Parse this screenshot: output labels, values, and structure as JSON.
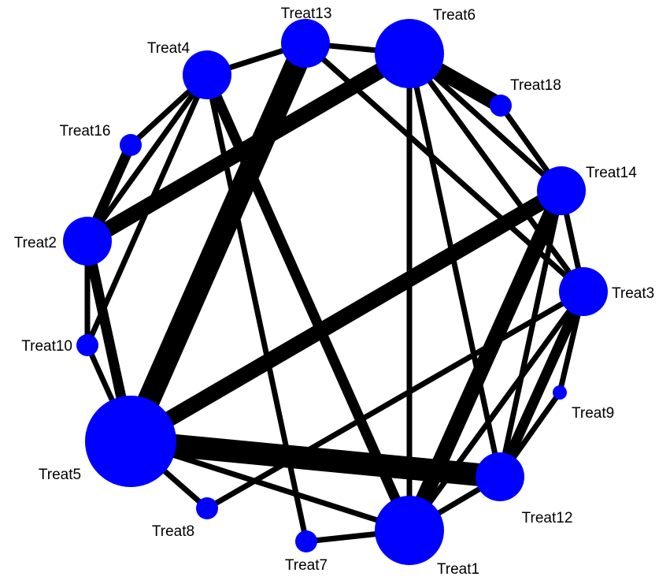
{
  "colors": {
    "edge": "#000000",
    "node": "#0000ff",
    "background": "#ffffff"
  },
  "nodes": [
    {
      "id": "Treat1",
      "label": "Treat1",
      "size": "large"
    },
    {
      "id": "Treat2",
      "label": "Treat2",
      "size": "medium"
    },
    {
      "id": "Treat3",
      "label": "Treat3",
      "size": "medium"
    },
    {
      "id": "Treat4",
      "label": "Treat4",
      "size": "medium"
    },
    {
      "id": "Treat5",
      "label": "Treat5",
      "size": "largest"
    },
    {
      "id": "Treat6",
      "label": "Treat6",
      "size": "large"
    },
    {
      "id": "Treat7",
      "label": "Treat7",
      "size": "small"
    },
    {
      "id": "Treat8",
      "label": "Treat8",
      "size": "small"
    },
    {
      "id": "Treat9",
      "label": "Treat9",
      "size": "smallest"
    },
    {
      "id": "Treat10",
      "label": "Treat10",
      "size": "small"
    },
    {
      "id": "Treat12",
      "label": "Treat12",
      "size": "medium"
    },
    {
      "id": "Treat13",
      "label": "Treat13",
      "size": "medium"
    },
    {
      "id": "Treat14",
      "label": "Treat14",
      "size": "medium"
    },
    {
      "id": "Treat16",
      "label": "Treat16",
      "size": "small"
    },
    {
      "id": "Treat18",
      "label": "Treat18",
      "size": "small"
    }
  ],
  "edges": [
    {
      "from": "Treat5",
      "to": "Treat13",
      "weight": "very thick"
    },
    {
      "from": "Treat5",
      "to": "Treat12",
      "weight": "very thick"
    },
    {
      "from": "Treat5",
      "to": "Treat14",
      "weight": "thick"
    },
    {
      "from": "Treat5",
      "to": "Treat2",
      "weight": "medium"
    },
    {
      "from": "Treat5",
      "to": "Treat10",
      "weight": "thin"
    },
    {
      "from": "Treat5",
      "to": "Treat1",
      "weight": "thin"
    },
    {
      "from": "Treat5",
      "to": "Treat8",
      "weight": "thin"
    },
    {
      "from": "Treat2",
      "to": "Treat6",
      "weight": "thick"
    },
    {
      "from": "Treat2",
      "to": "Treat16",
      "weight": "medium"
    },
    {
      "from": "Treat2",
      "to": "Treat4",
      "weight": "thin"
    },
    {
      "from": "Treat2",
      "to": "Treat10",
      "weight": "thin"
    },
    {
      "from": "Treat4",
      "to": "Treat13",
      "weight": "thin"
    },
    {
      "from": "Treat4",
      "to": "Treat16",
      "weight": "thin"
    },
    {
      "from": "Treat4",
      "to": "Treat10",
      "weight": "thin"
    },
    {
      "from": "Treat4",
      "to": "Treat1",
      "weight": "medium"
    },
    {
      "from": "Treat4",
      "to": "Treat7",
      "weight": "thin"
    },
    {
      "from": "Treat13",
      "to": "Treat6",
      "weight": "thin"
    },
    {
      "from": "Treat13",
      "to": "Treat3",
      "weight": "thin"
    },
    {
      "from": "Treat6",
      "to": "Treat18",
      "weight": "thick"
    },
    {
      "from": "Treat6",
      "to": "Treat14",
      "weight": "thin"
    },
    {
      "from": "Treat6",
      "to": "Treat3",
      "weight": "thin"
    },
    {
      "from": "Treat6",
      "to": "Treat1",
      "weight": "thin"
    },
    {
      "from": "Treat6",
      "to": "Treat12",
      "weight": "thin"
    },
    {
      "from": "Treat18",
      "to": "Treat14",
      "weight": "thin"
    },
    {
      "from": "Treat14",
      "to": "Treat3",
      "weight": "thin"
    },
    {
      "from": "Treat14",
      "to": "Treat1",
      "weight": "thick"
    },
    {
      "from": "Treat14",
      "to": "Treat12",
      "weight": "thin"
    },
    {
      "from": "Treat3",
      "to": "Treat8",
      "weight": "thin"
    },
    {
      "from": "Treat3",
      "to": "Treat12",
      "weight": "medium"
    },
    {
      "from": "Treat3",
      "to": "Treat9",
      "weight": "thin"
    },
    {
      "from": "Treat3",
      "to": "Treat1",
      "weight": "thin"
    },
    {
      "from": "Treat9",
      "to": "Treat12",
      "weight": "thin"
    },
    {
      "from": "Treat12",
      "to": "Treat1",
      "weight": "thin"
    },
    {
      "from": "Treat1",
      "to": "Treat7",
      "weight": "thin"
    }
  ]
}
